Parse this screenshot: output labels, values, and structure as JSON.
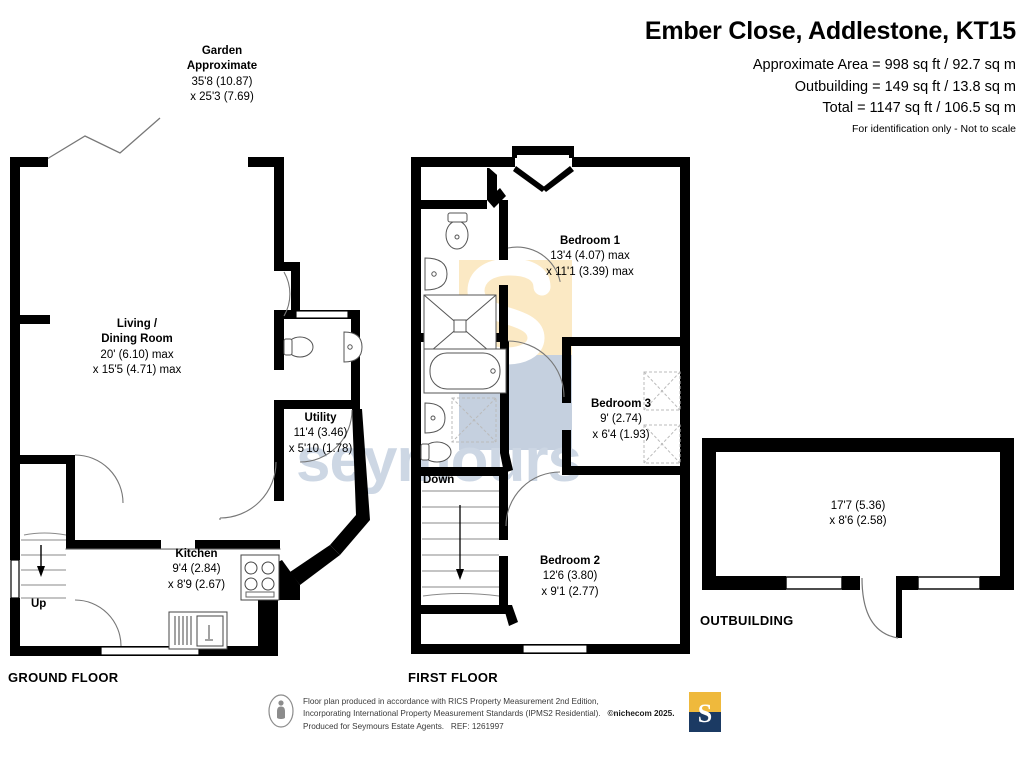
{
  "header": {
    "title": "Ember Close, Addlestone, KT15",
    "area_lines": [
      "Approximate Area = 998 sq ft / 92.7 sq m",
      "Outbuilding = 149 sq ft / 13.8 sq m",
      "Total = 1147 sq ft / 106.5 sq m"
    ],
    "disclaimer": "For identification only - Not to scale"
  },
  "garden": {
    "name": "Garden",
    "approx": "Approximate",
    "dim1": "35'8 (10.87)",
    "dim2": "x 25'3 (7.69)"
  },
  "floors": {
    "ground": "GROUND FLOOR",
    "first": "FIRST FLOOR",
    "outbuilding": "OUTBUILDING"
  },
  "rooms": {
    "living_dining": {
      "name_line1": "Living /",
      "name_line2": "Dining Room",
      "dim1": "20' (6.10) max",
      "dim2": "x 15'5 (4.71) max"
    },
    "utility": {
      "name": "Utility",
      "dim1": "11'4 (3.46)",
      "dim2": "x 5'10 (1.78)"
    },
    "kitchen": {
      "name": "Kitchen",
      "dim1": "9'4 (2.84)",
      "dim2": "x 8'9 (2.67)"
    },
    "bedroom1": {
      "name": "Bedroom 1",
      "dim1": "13'4 (4.07) max",
      "dim2": "x 11'1 (3.39) max"
    },
    "bedroom2": {
      "name": "Bedroom 2",
      "dim1": "12'6 (3.80)",
      "dim2": "x 9'1 (2.77)"
    },
    "bedroom3": {
      "name": "Bedroom 3",
      "dim1": "9' (2.74)",
      "dim2": "x 6'4 (1.93)"
    },
    "outbuilding_room": {
      "dim1": "17'7 (5.36)",
      "dim2": "x 8'6 (2.58)"
    }
  },
  "stairs": {
    "up": "Up",
    "down": "Down"
  },
  "watermark": {
    "text": "seymours",
    "logo_letter": "S",
    "color_text": "#cdd7e4",
    "color_swatch_top": "#fbe9c4",
    "color_swatch_bottom": "#c5d0df"
  },
  "footer": {
    "line1": "Floor plan produced in accordance with RICS Property Measurement 2nd Edition,",
    "line2a": "Incorporating International Property Measurement Standards (IPMS2 Residential).",
    "line2b": "©nichecom 2025.",
    "line3": "Produced for Seymours Estate Agents.",
    "line3b": "REF: 1261997",
    "logo_letter": "S",
    "logo_top_color": "#efb93c",
    "logo_bottom_color": "#1b3a63"
  },
  "colors": {
    "wall": "#000000",
    "background": "#ffffff",
    "fixture_line": "#555555"
  }
}
